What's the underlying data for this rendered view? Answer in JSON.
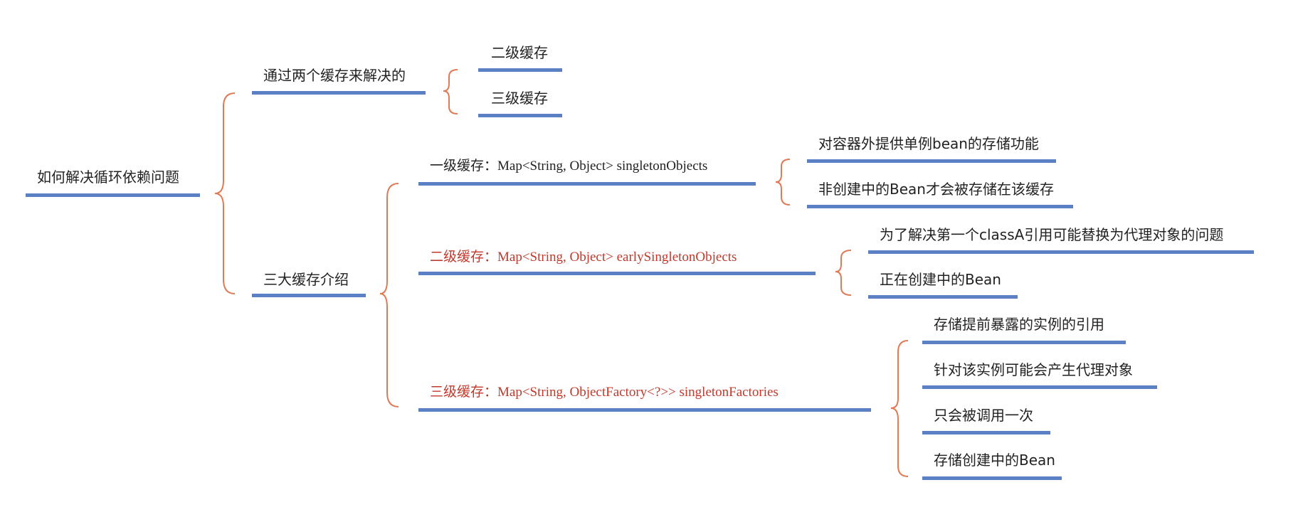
{
  "colors": {
    "underline": "#5b80c4",
    "brace": "#e07a55",
    "text": "#222222",
    "highlight": "#c0392b"
  },
  "root": {
    "label": "如何解决循环依赖问题"
  },
  "branch_two_caches": {
    "label": "通过两个缓存来解决的",
    "children": [
      "二级缓存",
      "三级缓存"
    ]
  },
  "branch_three_caches": {
    "label": "三大缓存介绍",
    "level1": {
      "label": "一级缓存：Map<String, Object> singletonObjects",
      "children": [
        "对容器外提供单例bean的存储功能",
        "非创建中的Bean才会被存储在该缓存"
      ]
    },
    "level2": {
      "label": "二级缓存：Map<String, Object> earlySingletonObjects",
      "children": [
        "为了解决第一个classA引用可能替换为代理对象的问题",
        "正在创建中的Bean"
      ]
    },
    "level3": {
      "label": "三级缓存：Map<String, ObjectFactory<?>> singletonFactories",
      "children": [
        "存储提前暴露的实例的引用",
        "针对该实例可能会产生代理对象",
        "只会被调用一次",
        "存储创建中的Bean"
      ]
    }
  }
}
